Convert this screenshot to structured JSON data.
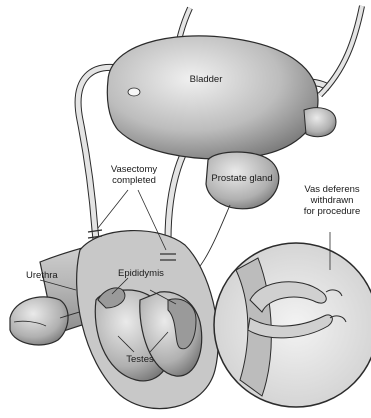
{
  "diagram": {
    "labels": {
      "bladder": "Bladder",
      "prostate": "Prostate gland",
      "vasectomy": [
        "Vasectomy",
        "completed"
      ],
      "vas_withdrawn": [
        "Vas deferens",
        "withdrawn",
        "for procedure"
      ],
      "urethra": "Urethra",
      "epididymis": "Epididymis",
      "testes": "Testes"
    },
    "palette": {
      "outline": "#2b2b2b",
      "tissue_light": "#dcdcdc",
      "tissue_mid": "#b3b3b3",
      "tissue_dark": "#8a8a8a",
      "background": "#ffffff"
    }
  }
}
